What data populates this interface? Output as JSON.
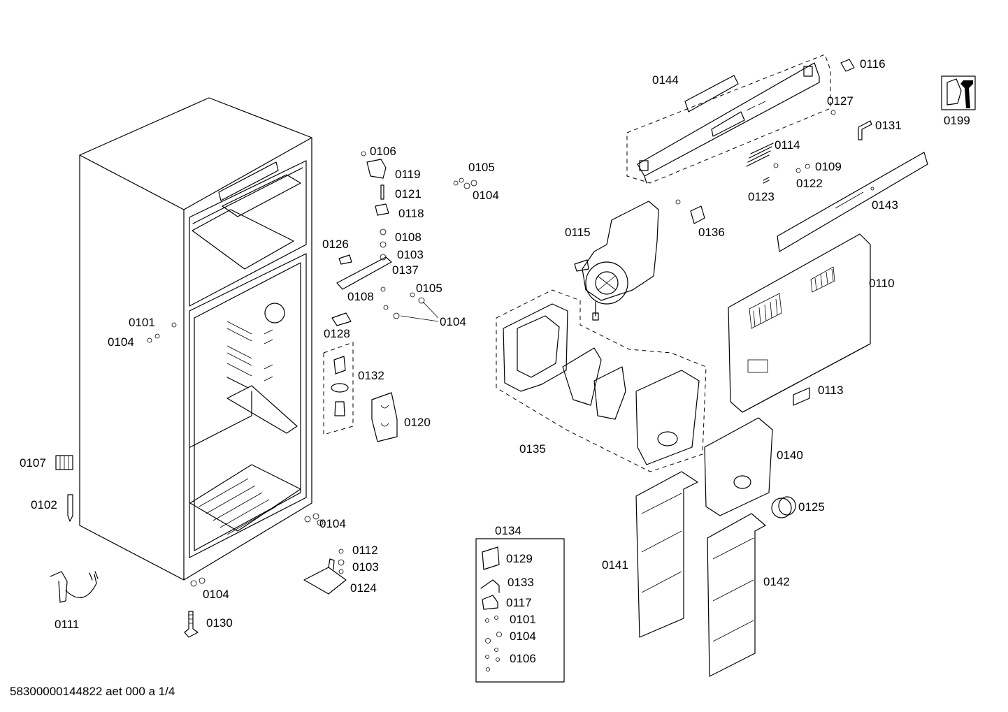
{
  "drawing_code": "58300000144822 aet 000 a 1/4",
  "labels": {
    "p0101a": "0101",
    "p0104a": "0104",
    "p0107": "0107",
    "p0102": "0102",
    "p0111": "0111",
    "p0130": "0130",
    "p0104b": "0104",
    "p0104c": "0104",
    "p0112": "0112",
    "p0103b": "0103",
    "p0124": "0124",
    "p0106": "0106",
    "p0119": "0119",
    "p0121": "0121",
    "p0118": "0118",
    "p0108a": "0108",
    "p0103a": "0103",
    "p0137": "0137",
    "p0126": "0126",
    "p0108b": "0108",
    "p0105b": "0105",
    "p0104e": "0104",
    "p0128": "0128",
    "p0105a": "0105",
    "p0104d": "0104",
    "p0132": "0132",
    "p0120": "0120",
    "p0144": "0144",
    "p0116": "0116",
    "p0127": "0127",
    "p0131": "0131",
    "p0199": "0199",
    "p0114": "0114",
    "p0109": "0109",
    "p0122": "0122",
    "p0123": "0123",
    "p0143": "0143",
    "p0115": "0115",
    "p0136": "0136",
    "p0110": "0110",
    "p0113": "0113",
    "p0135": "0135",
    "p0140": "0140",
    "p0125": "0125",
    "p0141": "0141",
    "p0142": "0142",
    "p0134": "0134",
    "k0129": "0129",
    "k0133": "0133",
    "k0117": "0117",
    "k0101": "0101",
    "k0104": "0104",
    "k0106": "0106"
  },
  "icons": [
    "cabinet-icon",
    "fan-icon",
    "control-panel-icon",
    "service-tool-icon",
    "screw-icon",
    "cover-icon"
  ]
}
